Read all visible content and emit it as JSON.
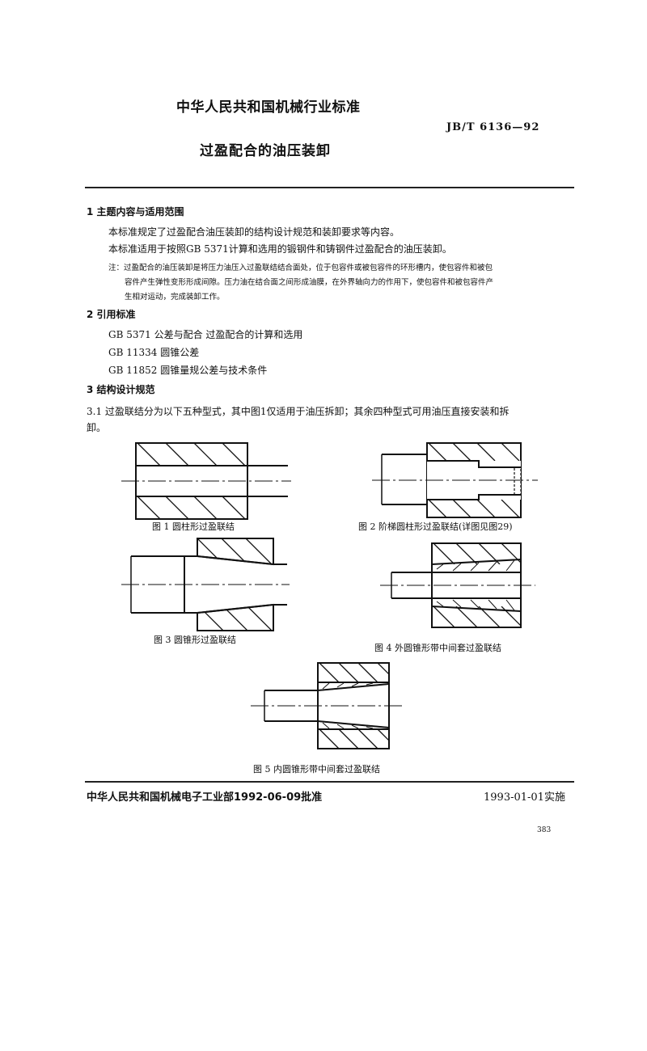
{
  "header": {
    "org_standard": "中华人民共和国机械行业标准",
    "doc_number": "JB/T 6136—92",
    "title": "过盈配合的油压装卸"
  },
  "section1": {
    "heading": "1  主题内容与适用范围",
    "p1": "本标准规定了过盈配合油压装卸的结构设计规范和装卸要求等内容。",
    "p2": "本标准适用于按照GB 5371计算和选用的锻钢件和铸钢件过盈配合的油压装卸。",
    "note_l1": "注：过盈配合的油压装卸是将压力油压入过盈联结结合面处，位于包容件或被包容件的环形槽内，使包容件和被包",
    "note_l2": "容件产生弹性变形形成间隙。压力油在结合面之间形成油膜，在外界轴向力的作用下，使包容件和被包容件产",
    "note_l3": "生相对运动，完成装卸工作。"
  },
  "section2": {
    "heading": "2  引用标准",
    "refs": [
      "GB 5371   公差与配合   过盈配合的计算和选用",
      "GB 11334   圆锥公差",
      "GB 11852   圆锥量规公差与技术条件"
    ]
  },
  "section3": {
    "heading": "3  结构设计规范",
    "p31_l1": "3.1   过盈联结分为以下五种型式，其中图1仅适用于油压拆卸；其余四种型式可用油压直接安装和拆",
    "p31_l2": "卸。"
  },
  "figures": {
    "fig1": "图 1    圆柱形过盈联结",
    "fig2": "图 2    阶梯圆柱形过盈联结(详图见图29)",
    "fig3": "图 3    圆锥形过盈联结",
    "fig4": "图 4    外圆锥形带中间套过盈联结",
    "fig5": "图 5    内圆锥形带中间套过盈联结"
  },
  "footer": {
    "approval": "中华人民共和国机械电子工业部1992-06-09批准",
    "effective": "1993-01-01实施",
    "page_number": "383"
  }
}
